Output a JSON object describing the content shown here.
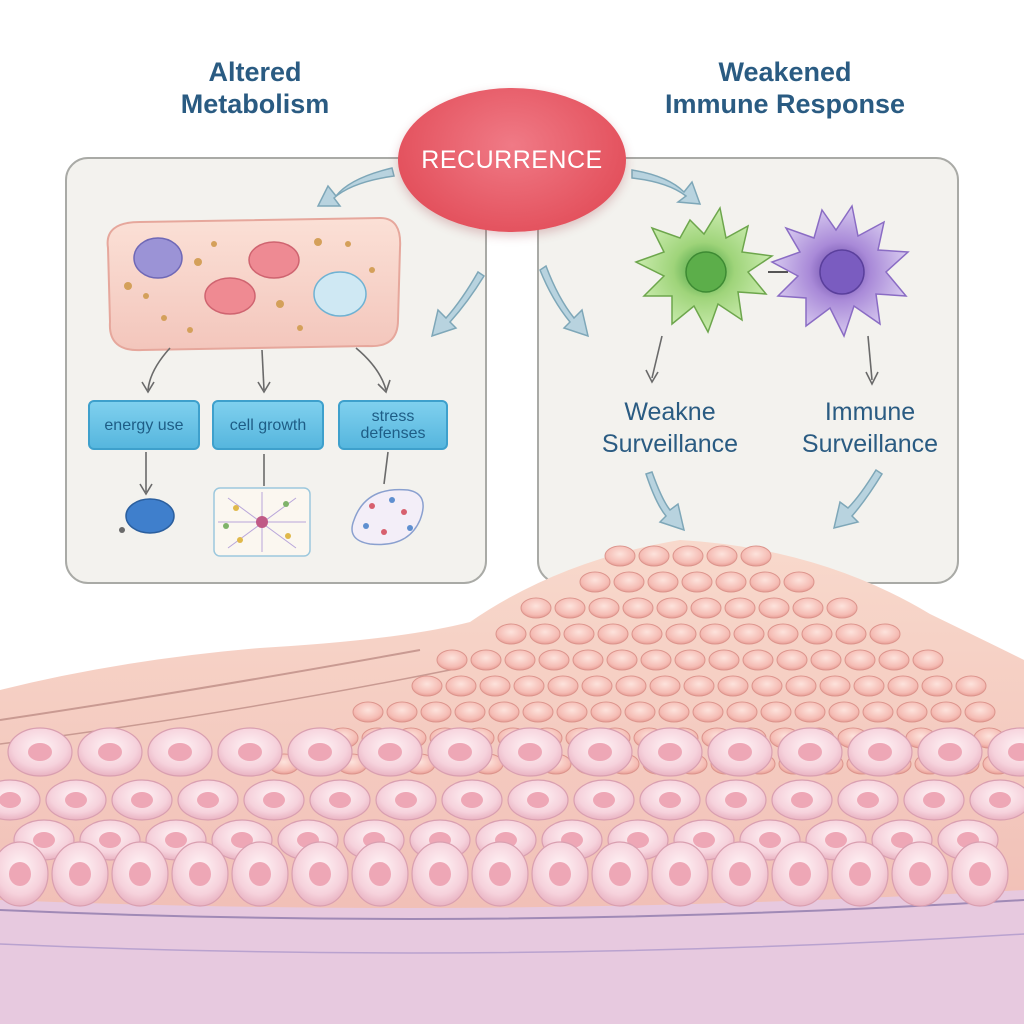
{
  "left_panel": {
    "heading_line1": "Altered",
    "heading_line2": "Metabolism",
    "pills": [
      {
        "line1": "energy use",
        "line2": ""
      },
      {
        "line1": "cell growth",
        "line2": ""
      },
      {
        "line1": "stress",
        "line2": "defenses"
      }
    ]
  },
  "right_panel": {
    "heading_line1": "Weakened",
    "heading_line2": "Immune Response",
    "labels": [
      {
        "line1": "Weakne",
        "line2": "Surveillance"
      },
      {
        "line1": "Immune",
        "line2": "Surveillance"
      }
    ]
  },
  "center": {
    "badge": "RECURRENCE"
  },
  "colors": {
    "heading": "#2a5b82",
    "badge": "#e4535f",
    "pill": "#63bde4",
    "panel_border": "#a9aaa6",
    "tissue": "#f6c4c0",
    "immune_green": "#8cc96a",
    "immune_purple": "#a48ad2"
  }
}
